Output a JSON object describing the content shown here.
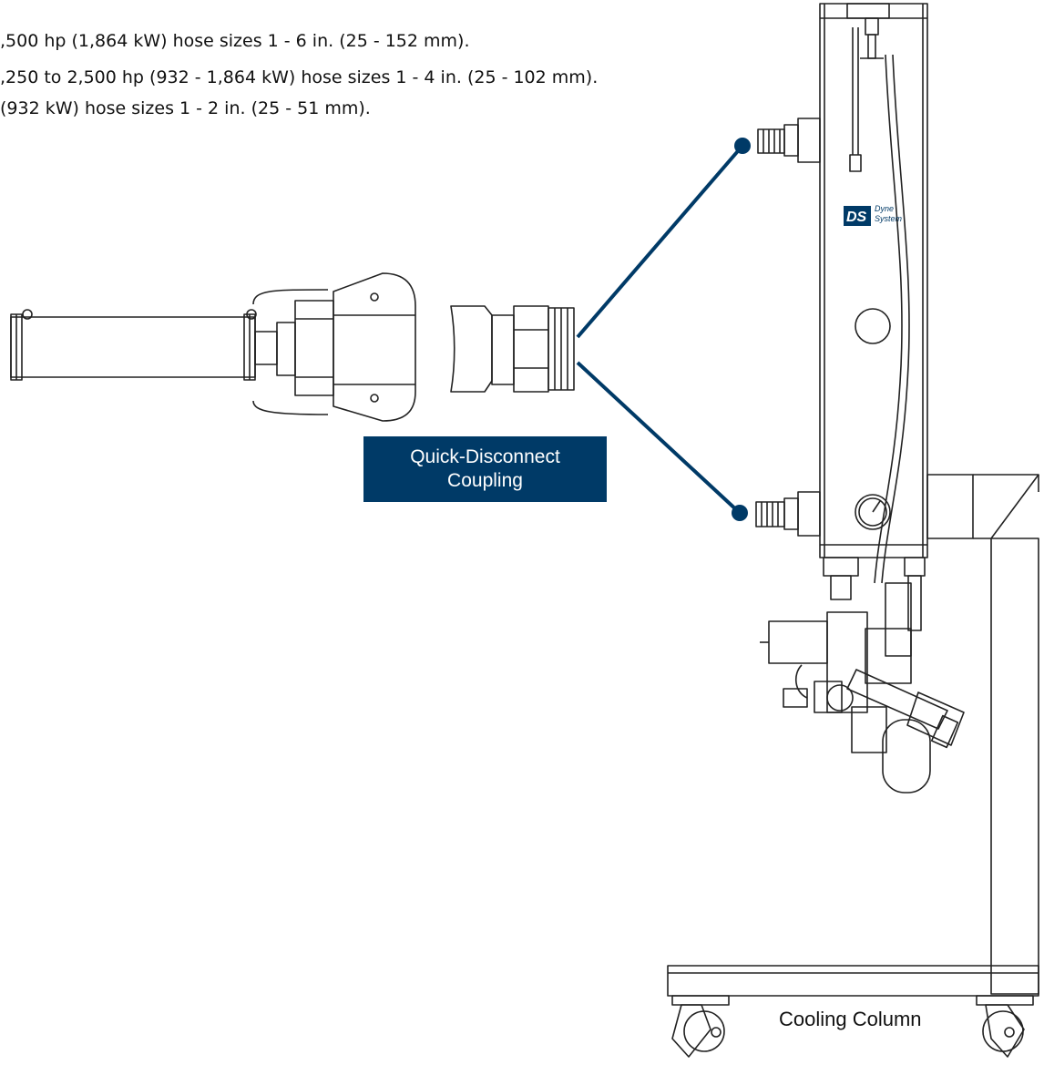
{
  "spec_lines": [
    ",500 hp (1,864 kW) hose sizes 1 - 6 in. (25 - 152 mm).",
    ",250 to 2,500 hp (932 - 1,864 kW) hose sizes 1 - 4 in. (25 - 102 mm).",
    "(932 kW) hose sizes 1 - 2 in. (25 - 51 mm)."
  ],
  "labels": {
    "coupling_line1": "Quick-Disconnect",
    "coupling_line2": "Coupling",
    "cooling_column": "Cooling Column"
  },
  "logo": {
    "mark": "DS",
    "word1": "Dyne",
    "word2": "System"
  },
  "colors": {
    "accent": "#003a67",
    "outline": "#222222",
    "background": "#ffffff"
  }
}
